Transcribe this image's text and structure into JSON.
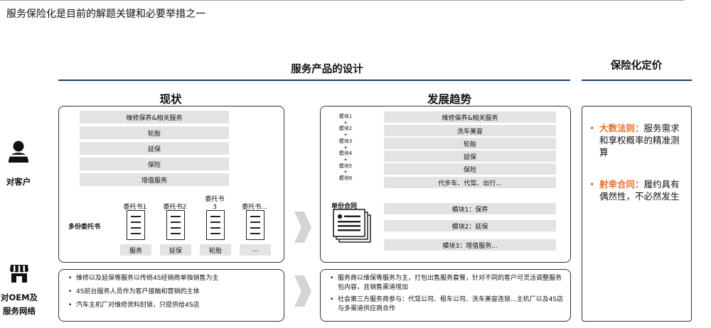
{
  "page_title": "服务保险化是目前的解题关键和必要举措之一",
  "section_design": "服务产品的设计",
  "section_pricing": "保险化定价",
  "current": {
    "title": "现状",
    "services": [
      "维修保养&相关服务",
      "轮胎",
      "延保",
      "保险",
      "增值服务"
    ],
    "multi_label": "多份委托书",
    "contracts": [
      {
        "title": "委托书1",
        "tag": "服务"
      },
      {
        "title": "委托书2",
        "tag": "延保"
      },
      {
        "title": "委托书\n3",
        "tag": "轮胎"
      },
      {
        "title": "委托书...",
        "tag": "..."
      }
    ],
    "bullets": [
      "维修以及延保等服务以传统4S经销商单独销售为主",
      "4S前台服务人员作为客户接触和营销的主体",
      "汽车主机厂对维修资料封锁，只提供给4S店"
    ]
  },
  "trend": {
    "title": "发展趋势",
    "modules": [
      "模块1",
      "+",
      "模块2",
      "+",
      "模块3",
      "+",
      "模块4",
      "+",
      "模块5",
      "+",
      "模块6"
    ],
    "services": [
      "维修保养&相关服务",
      "洗车美容",
      "轮胎",
      "延保",
      "保险",
      "代步车、代驾、出行..."
    ],
    "single_label": "单份合同",
    "contract_modules": [
      "模块1：保养",
      "模块2：延保",
      "模块3：增值服务..."
    ],
    "bullets": [
      "服务商以维保等服务为主，打包出售服务套餐，针对不同的客户可灵活调整服务包内容，且销售渠道增加",
      "社会第三方服务商参与：代驾公司、租车公司、洗车美容连锁...主机厂以及4S店与多渠道供应商合作"
    ]
  },
  "pricing": {
    "items": [
      {
        "term": "大数法则：",
        "text": "服务需求和享权概率的精准测算"
      },
      {
        "term": "射幸合同：",
        "text": "履约具有偶然性，不必然发生"
      }
    ]
  },
  "left_labels": {
    "customer": "对客户",
    "oem": [
      "对OEM及",
      "服务网络"
    ]
  },
  "icons": {
    "customer": "person-icon",
    "oem": "storefront-icon",
    "arrows": "chevron-right-arrow-icon",
    "contracts": "document-icon"
  },
  "colors": {
    "accent_orange": "#e8702a",
    "rule_blue": "#1f3b6e",
    "bar_gray": "#e3e3e3",
    "arrow_gray": "#d4d4d4"
  }
}
